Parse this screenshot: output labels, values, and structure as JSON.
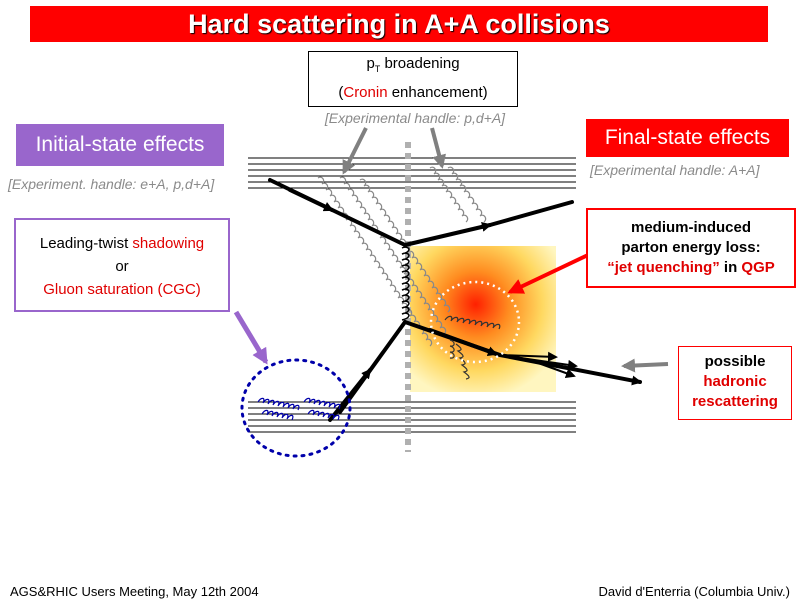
{
  "title": "Hard scattering in A+A collisions",
  "pt_box": {
    "line1_p": "p",
    "line1_sub": "T",
    "line1_rest": " broadening",
    "line2_open": "(",
    "line2_red": "Cronin",
    "line2_rest": " enhancement)"
  },
  "handle_pda": "[Experimental handle: p,d+A]",
  "initial": {
    "label": "Initial-state effects",
    "handle": "[Experiment. handle: e+A, p,d+A]"
  },
  "final": {
    "label": "Final-state effects",
    "handle": "[Experimental handle: A+A]"
  },
  "shadowing": {
    "line1_a": "Leading-twist ",
    "line1_red": "shadowing",
    "line2": "or",
    "line3": "Gluon saturation (CGC)"
  },
  "eloss": {
    "line1": "medium-induced",
    "line2": "parton energy loss:",
    "line3_red": "“jet quenching”",
    "line3_mid": " in ",
    "line3_red2": "QGP"
  },
  "rescatter": {
    "line1": "possible",
    "line2_red": "hadronic",
    "line3_red": "rescattering"
  },
  "footer": {
    "left": "AGS&RHIC Users Meeting, May 12th 2004",
    "right": "David d'Enterria (Columbia Univ.)"
  },
  "colors": {
    "accent_red": "#ff0000",
    "accent_purple": "#9966cc",
    "handle_gray": "#8a8a8a",
    "dotted_blue": "#0000aa"
  }
}
